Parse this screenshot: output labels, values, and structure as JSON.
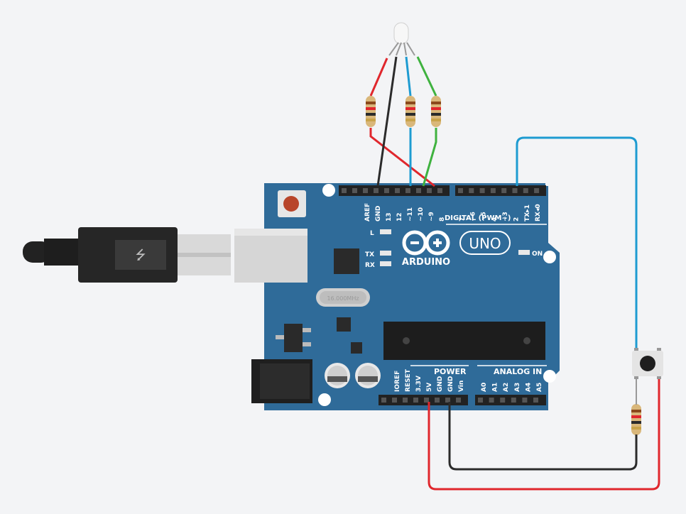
{
  "board": {
    "brand": "ARDUINO",
    "model": "UNO",
    "digital_header_label": "DIGITAL (PWM~)",
    "power_header_label": "POWER",
    "analog_header_label": "ANALOG IN",
    "led_l": "L",
    "led_tx": "TX",
    "led_rx": "RX",
    "led_on": "ON",
    "digital_pins_left": [
      "AREF",
      "GND",
      "13",
      "12",
      "~11",
      "~10",
      "~9",
      "8"
    ],
    "digital_pins_right": [
      "7",
      "~6",
      "~5",
      "4",
      "~3",
      "2",
      "TX▸1",
      "RX◂0"
    ],
    "power_pins": [
      "IOREF",
      "RESET",
      "3.3V",
      "5V",
      "GND",
      "GND",
      "Vin"
    ],
    "analog_pins": [
      "A0",
      "A1",
      "A2",
      "A3",
      "A4",
      "A5"
    ],
    "crystal_text": "16.000MHz"
  },
  "colors": {
    "board": "#2f6b99",
    "wire_red": "#e0272d",
    "wire_black": "#2b2b2b",
    "wire_blue": "#1d9bd1",
    "wire_green": "#3fb23f",
    "background": "#f3f4f6"
  }
}
